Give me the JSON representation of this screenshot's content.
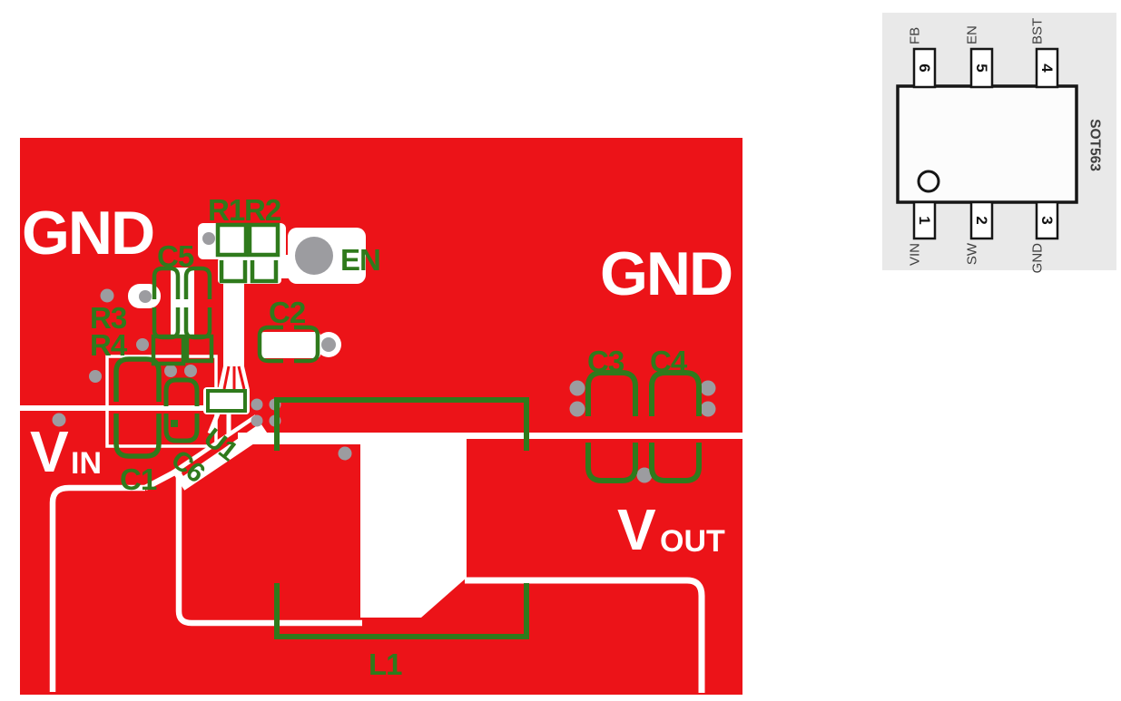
{
  "pcb_layout": {
    "net_labels": {
      "gnd_left": "GND",
      "gnd_right": "GND",
      "vin_main": "V",
      "vin_sub": "IN",
      "vout_main": "V",
      "vout_sub": "OUT"
    },
    "silkscreen_labels": {
      "r1": "R1",
      "r2": "R2",
      "c5": "C5",
      "en": "EN",
      "r3": "R3",
      "r4": "R4",
      "c2": "C2",
      "c1": "C1",
      "c6": "C6",
      "u1": "U1",
      "c3": "C3",
      "c4": "C4",
      "l1": "L1"
    },
    "colors": {
      "copper": "#ec1318",
      "clearance": "#ffffff",
      "silkscreen": "#2f7a1c",
      "via": "#9c9ca0"
    }
  },
  "package_diagram": {
    "package_name": "SOT563",
    "top_pins": [
      {
        "number": "6",
        "name": "FB"
      },
      {
        "number": "5",
        "name": "EN"
      },
      {
        "number": "4",
        "name": "BST"
      }
    ],
    "bottom_pins": [
      {
        "number": "1",
        "name": "VIN"
      },
      {
        "number": "2",
        "name": "SW"
      },
      {
        "number": "3",
        "name": "GND"
      }
    ],
    "colors": {
      "panel": "#e9e9e9",
      "body": "#fcfcfc",
      "outline": "#161616",
      "text": "#3f3f3f"
    }
  }
}
